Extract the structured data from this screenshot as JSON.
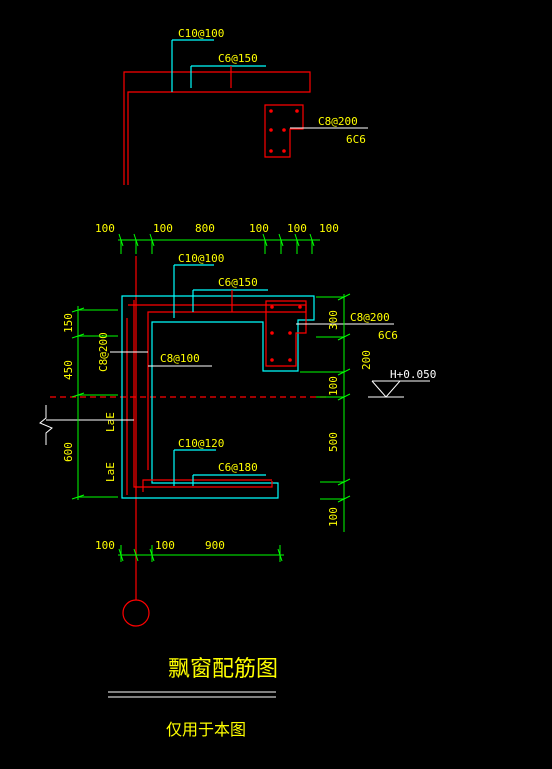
{
  "colors": {
    "background": "#000000",
    "text": "#ffff00",
    "concrete": "#00ffff",
    "rebar": "#ff0000",
    "dimension": "#00ff00",
    "leader": "#ffffff"
  },
  "top_detail": {
    "label_top_bar": "C10@100",
    "label_dist_bar": "C6@150",
    "label_stirrup": "C8@200",
    "label_column_bars": "6C6"
  },
  "main_detail": {
    "top_dims": [
      "100",
      "100",
      "800",
      "100",
      "100",
      "100"
    ],
    "left_dims": [
      "150",
      "450",
      "600"
    ],
    "right_dims": [
      "300",
      "200",
      "100",
      "500",
      "100"
    ],
    "bottom_dims": [
      "100",
      "100",
      "900"
    ],
    "label_top_bar": "C10@100",
    "label_top_dist": "C6@150",
    "label_stirrup": "C8@200",
    "label_column_bars": "6C6",
    "label_wall_vert": "C8@200",
    "label_wall_horiz": "C8@100",
    "label_bot_bar": "C10@120",
    "label_bot_dist": "C6@180",
    "label_anchor_1": "LaE",
    "label_anchor_2": "LaE",
    "elevation": "H+0.050"
  },
  "title": "飘窗配筋图",
  "subtitle": "仅用于本图"
}
